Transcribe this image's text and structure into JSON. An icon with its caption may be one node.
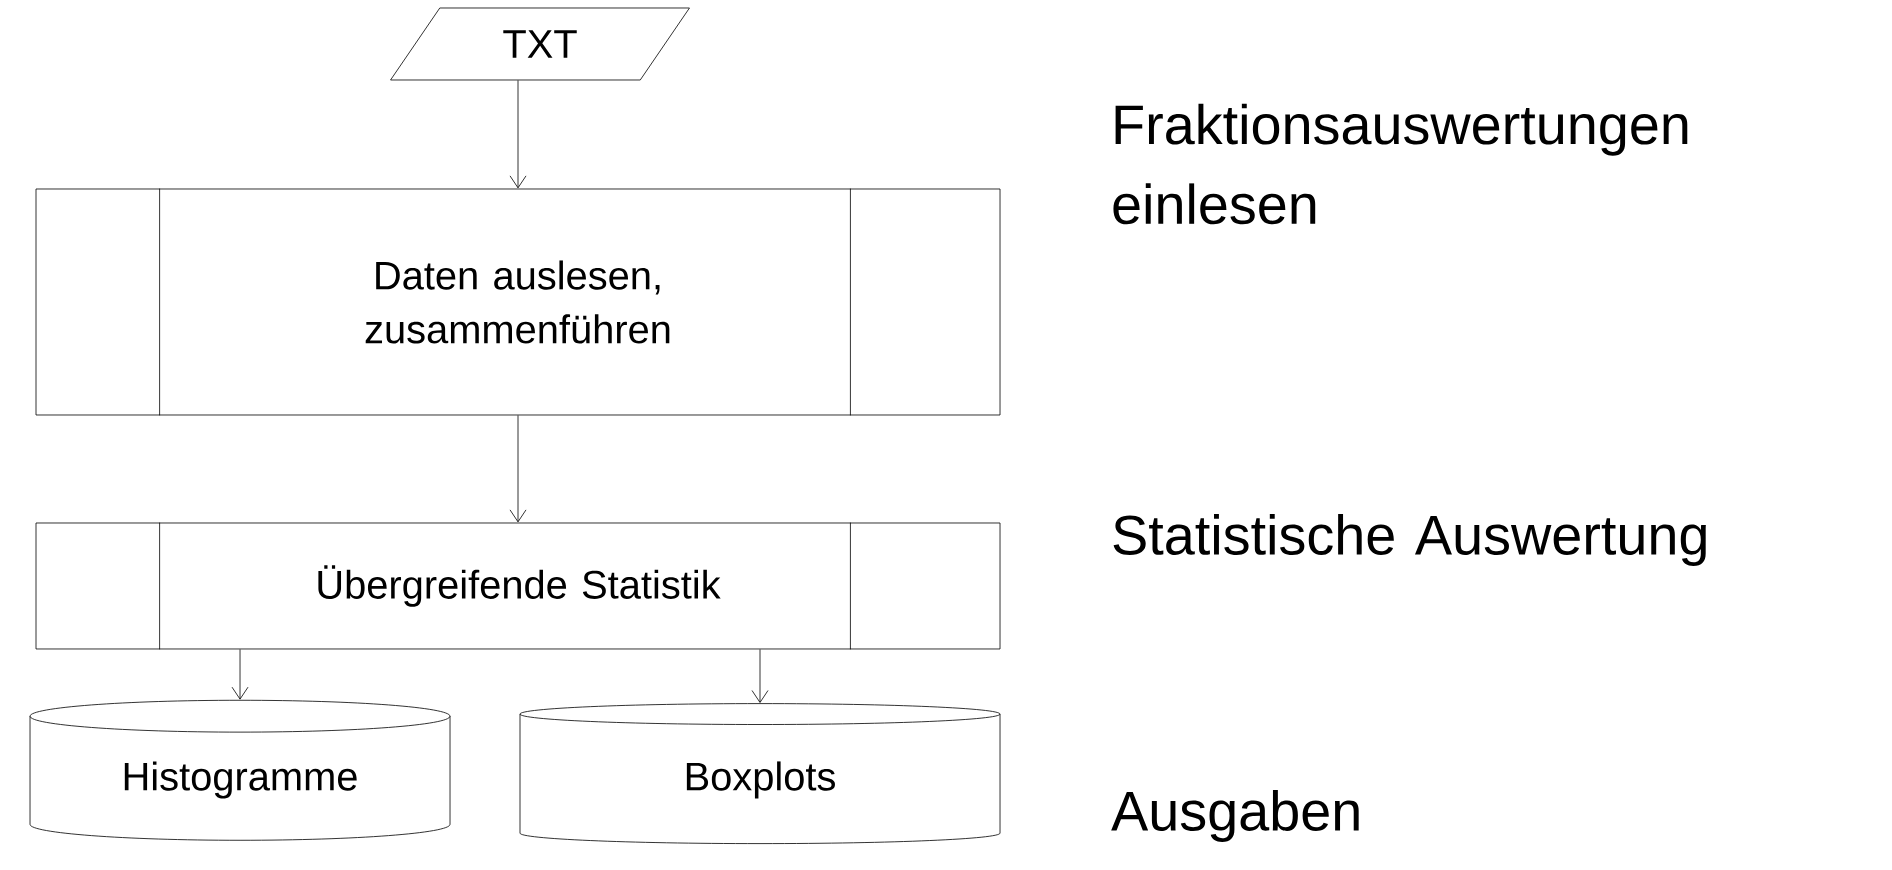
{
  "diagram": {
    "nodes": [
      {
        "text": [
          "TXT"
        ]
      },
      {
        "text": [
          "Daten auslesen, zusammenführen"
        ]
      },
      {
        "text": [
          "Übergreifende Statistik"
        ]
      },
      {
        "text": [
          "Histogramme"
        ]
      },
      {
        "text": [
          "Boxplots"
        ]
      }
    ],
    "edges": [
      {
        "from": 0,
        "to": 1,
        "arrow": "to"
      },
      {
        "from": 1,
        "to": 2,
        "arrow": "to"
      },
      {
        "from": 2,
        "to": 3,
        "arrow": "to"
      },
      {
        "from": 2,
        "to": 4,
        "arrow": "to"
      }
    ],
    "labels": [
      "Fraktionsauswertungen einlesen",
      "Statistische Auswertung",
      "Ausgaben"
    ]
  }
}
